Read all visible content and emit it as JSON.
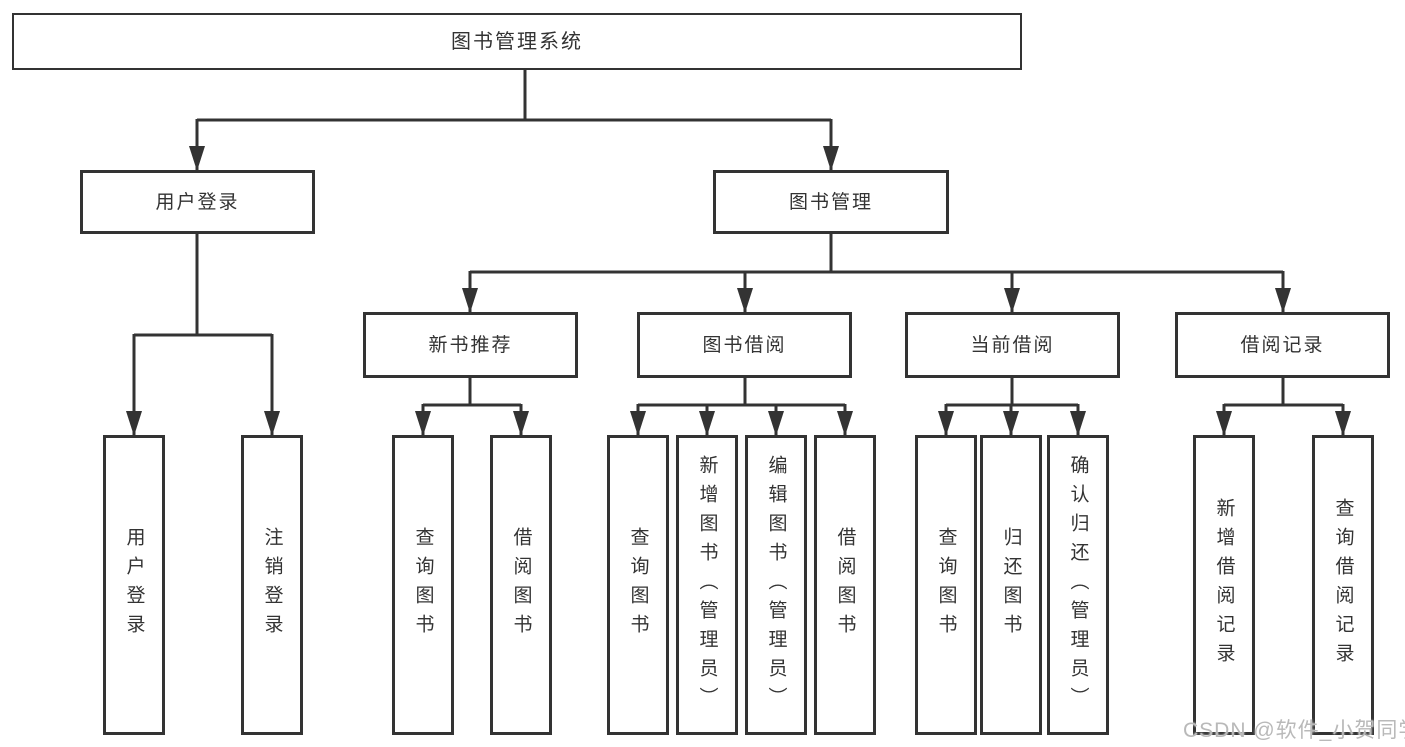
{
  "tree": {
    "root": {
      "label": "图书管理系统"
    },
    "branches": [
      {
        "label": "用户登录",
        "children": [
          {
            "label": "用户登录"
          },
          {
            "label": "注销登录"
          }
        ]
      },
      {
        "label": "图书管理",
        "children": [
          {
            "label": "新书推荐",
            "children": [
              {
                "label": "查询图书"
              },
              {
                "label": "借阅图书"
              }
            ]
          },
          {
            "label": "图书借阅",
            "children": [
              {
                "label": "查询图书"
              },
              {
                "label": "新增图书（管理员）"
              },
              {
                "label": "编辑图书（管理员）"
              },
              {
                "label": "借阅图书"
              }
            ]
          },
          {
            "label": "当前借阅",
            "children": [
              {
                "label": "查询图书"
              },
              {
                "label": "归还图书"
              },
              {
                "label": "确认归还（管理员）"
              }
            ]
          },
          {
            "label": "借阅记录",
            "children": [
              {
                "label": "新增借阅记录"
              },
              {
                "label": "查询借阅记录"
              }
            ]
          }
        ]
      }
    ]
  },
  "colors": {
    "line": "#333333",
    "border": "#333333",
    "text": "#333333",
    "watermark": "#b9b9b9",
    "background": "#ffffff"
  },
  "watermark": {
    "text": "CSDN @软件_小贺同学"
  }
}
